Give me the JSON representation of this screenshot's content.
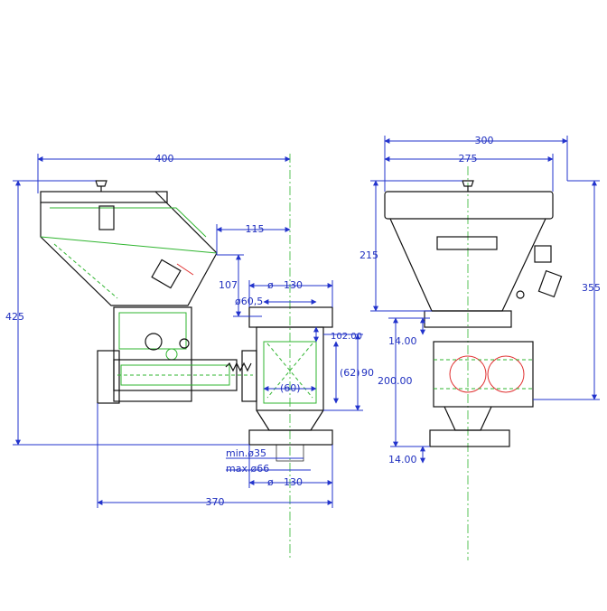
{
  "dimensions": {
    "left_overall_width": "400",
    "left_offset_115": "115",
    "left_height_107": "107",
    "flange_width_top": "130",
    "flange_dia": "ø60,5",
    "flange_height_102": "102.00",
    "inner_62": "(62)",
    "inner_60": "(60)",
    "side_90": "90",
    "min_dia": "min.ø35",
    "max_dia": "max.ø66",
    "flange_width_bottom": "130",
    "base_370": "370",
    "overall_height_425": "425",
    "right_overall_width": "300",
    "right_width_275": "275",
    "right_height_215": "215",
    "right_height_355": "355",
    "right_offset_14_top": "14.00",
    "right_height_200": "200.00",
    "right_offset_14_bottom": "14.00"
  }
}
